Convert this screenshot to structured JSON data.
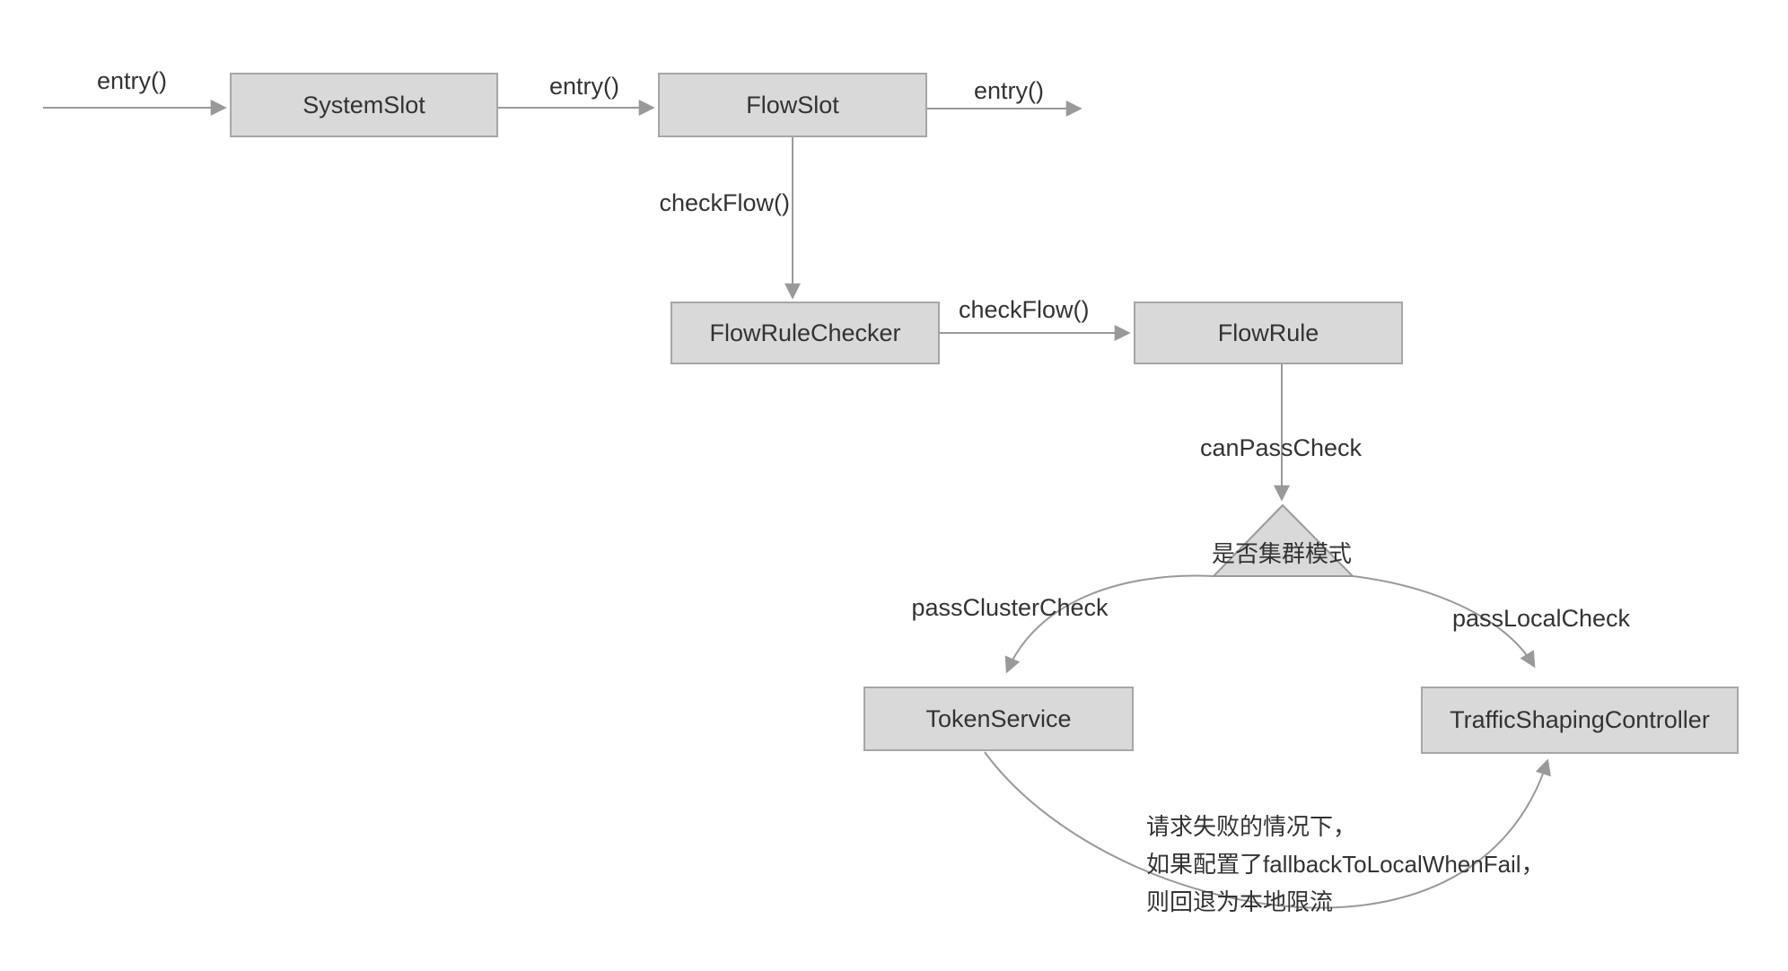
{
  "diagram": {
    "palette": {
      "background": "#ffffff",
      "node_fill": "#d9d9d9",
      "node_border": "#a6a6a6",
      "connector": "#999999",
      "text_color": "#333333"
    },
    "nodes": [
      {
        "id": "system-slot",
        "label": "SystemSlot"
      },
      {
        "id": "flow-slot",
        "label": "FlowSlot"
      },
      {
        "id": "flow-rule-checker",
        "label": "FlowRuleChecker"
      },
      {
        "id": "flow-rule",
        "label": "FlowRule"
      },
      {
        "id": "token-service",
        "label": "TokenService"
      },
      {
        "id": "traffic-shaping-controller",
        "label": "TrafficShapingController"
      }
    ],
    "decision": {
      "label": "是否集群模式"
    },
    "edge_labels": {
      "entry_start": "entry()",
      "entry_mid": "entry()",
      "entry_end": "entry()",
      "check_flow_down": "checkFlow()",
      "check_flow_right": "checkFlow()",
      "can_pass_check": "canPassCheck",
      "pass_cluster_check": "passClusterCheck",
      "pass_local_check": "passLocalCheck"
    },
    "note_lines": [
      "请求失败的情况下，",
      "如果配置了fallbackToLocalWhenFail，",
      "则回退为本地限流"
    ]
  }
}
